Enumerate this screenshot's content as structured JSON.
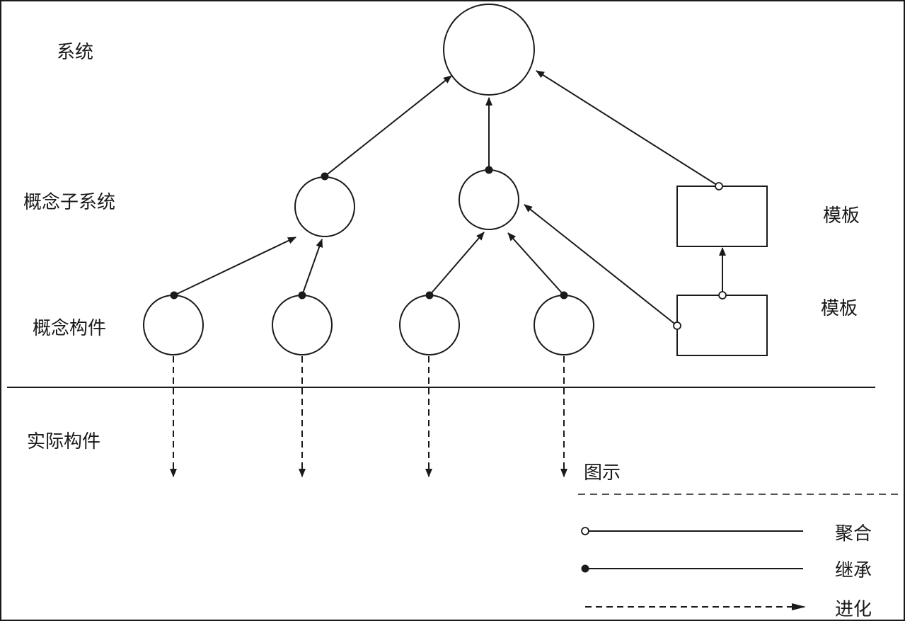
{
  "levels": {
    "system": "系统",
    "concept_subsystem": "概念子系统",
    "concept_component": "概念构件",
    "actual_component": "实际构件"
  },
  "templates": {
    "upper": "模板",
    "lower": "模板"
  },
  "legend": {
    "title": "图示",
    "items": [
      {
        "label": "聚合",
        "kind": "aggregation"
      },
      {
        "label": "继承",
        "kind": "inheritance"
      },
      {
        "label": "进化",
        "kind": "evolution"
      }
    ]
  }
}
